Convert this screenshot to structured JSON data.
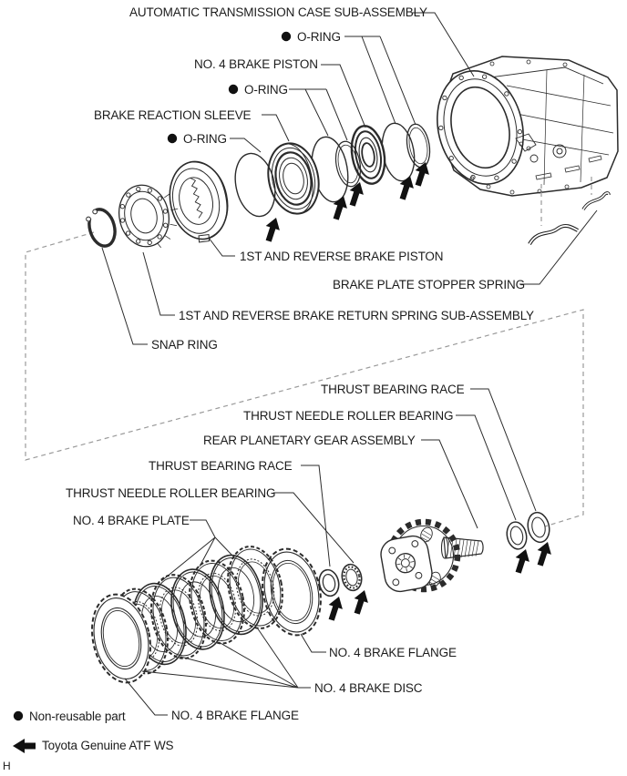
{
  "document": {
    "type": "exploded-parts-diagram",
    "page_marker": "H"
  },
  "labels": {
    "case_sub_assembly": "AUTOMATIC TRANSMISSION CASE SUB-ASSEMBLY",
    "o_ring": "O-RING",
    "no4_brake_piston": "NO. 4 BRAKE PISTON",
    "brake_reaction_sleeve": "BRAKE REACTION SLEEVE",
    "first_and_reverse_brake_piston": "1ST AND REVERSE BRAKE PISTON",
    "brake_plate_stopper_spring": "BRAKE PLATE STOPPER SPRING",
    "first_and_reverse_brake_return_spring_sub_assembly": "1ST AND REVERSE BRAKE RETURN SPRING SUB-ASSEMBLY",
    "snap_ring": "SNAP RING",
    "thrust_bearing_race": "THRUST BEARING RACE",
    "thrust_needle_roller_bearing": "THRUST NEEDLE ROLLER BEARING",
    "rear_planetary_gear_assembly": "REAR PLANETARY GEAR ASSEMBLY",
    "no4_brake_plate": "NO. 4 BRAKE PLATE",
    "no4_brake_flange": "NO. 4 BRAKE FLANGE",
    "no4_brake_disc": "NO. 4 BRAKE DISC"
  },
  "legend": {
    "non_reusable": "Non-reusable part",
    "atf": "Toyota Genuine ATF WS"
  },
  "icons": {
    "non_reusable_marker": "filled-circle",
    "atf_marker": "solid-left-arrow",
    "lubrication_marker": "solid-up-arrow"
  },
  "colors": {
    "background": "#ffffff",
    "line": "#2b2b2b",
    "text": "#1c1c1c",
    "dashed_boundary": "#9a9a9a",
    "marker": "#111111"
  }
}
